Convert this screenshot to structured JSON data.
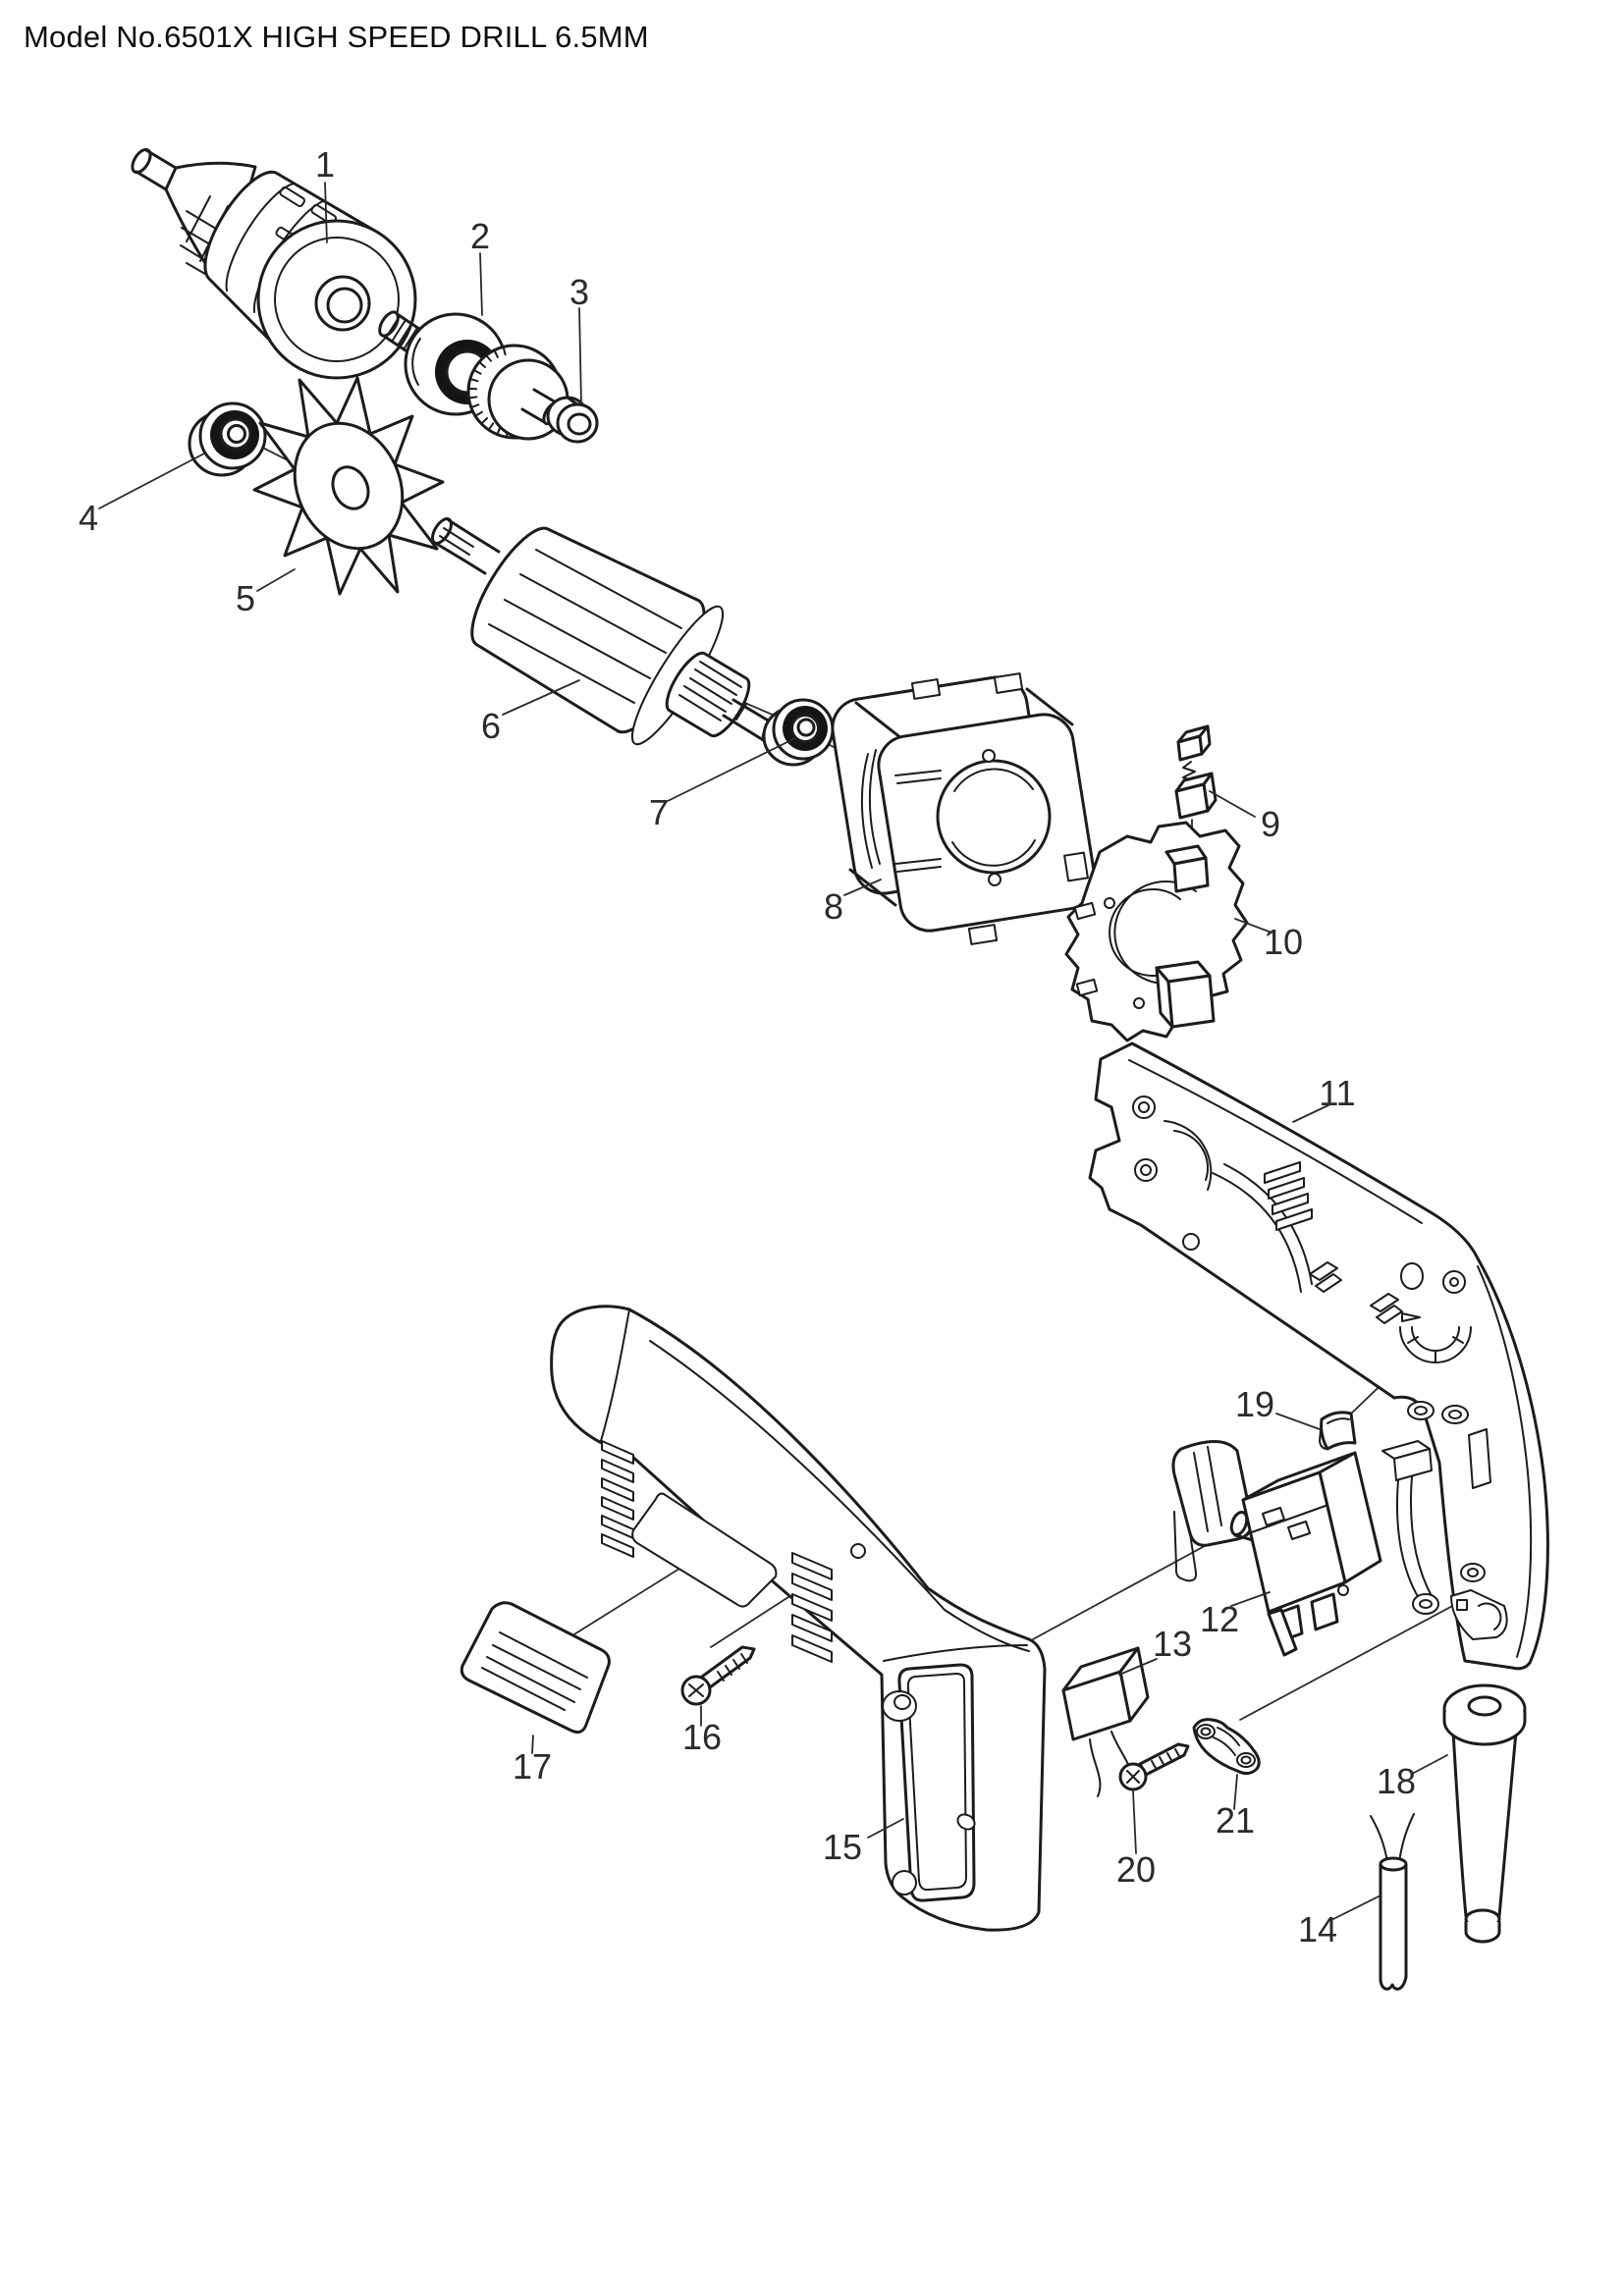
{
  "title": "Model No.6501X HIGH SPEED DRILL 6.5MM",
  "diagram": {
    "type": "exploded-parts-diagram",
    "model": "6501X",
    "colors": {
      "background": "#ffffff",
      "line": "#1c1c1c",
      "label": "#2b2b2b",
      "bearing_seal": "#151515"
    },
    "parts": [
      {
        "number": "1"
      },
      {
        "number": "2"
      },
      {
        "number": "3"
      },
      {
        "number": "4"
      },
      {
        "number": "5"
      },
      {
        "number": "6"
      },
      {
        "number": "7"
      },
      {
        "number": "8"
      },
      {
        "number": "9"
      },
      {
        "number": "10"
      },
      {
        "number": "11"
      },
      {
        "number": "12"
      },
      {
        "number": "13"
      },
      {
        "number": "14"
      },
      {
        "number": "15"
      },
      {
        "number": "16"
      },
      {
        "number": "17"
      },
      {
        "number": "18"
      },
      {
        "number": "19"
      },
      {
        "number": "20"
      },
      {
        "number": "21"
      }
    ]
  }
}
